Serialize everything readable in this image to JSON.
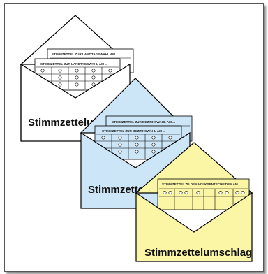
{
  "envelopes": [
    {
      "id": "white",
      "color": "#ffffff",
      "label": "Stimmzettelumschlag",
      "ballots": [
        "STIMMZETTEL ZUR LANDTAGSWAHL AM ...",
        "STIMMZETTEL ZUR LANDTAGSWAHL AM ..."
      ]
    },
    {
      "id": "blue",
      "color": "#cde6f7",
      "label": "Stimmzettelumschlag",
      "ballots": [
        "STIMMZETTEL ZUR BEZIRKSWAHL AM ...",
        "STIMMZETTEL ZUR BEZIRKSWAHL AM ..."
      ]
    },
    {
      "id": "yellow",
      "color": "#fbf6a6",
      "label": "Stimmzettelumschlag",
      "ballots": [
        "STIMMZETTEL ZU DEN VOLKSENTSCHEIDEN AM ..."
      ]
    }
  ]
}
